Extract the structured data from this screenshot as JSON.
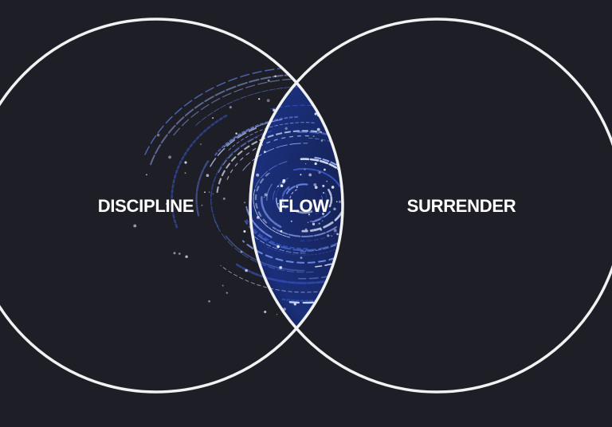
{
  "diagram": {
    "type": "venn",
    "background_color": "#1e1e26",
    "circle_stroke_color": "#f2f2f2",
    "intersection_fill": "swirling blue light streaks",
    "sets": [
      {
        "id": "left",
        "label": "DISCIPLINE"
      },
      {
        "id": "right",
        "label": "SURRENDER"
      }
    ],
    "intersection": {
      "label": "FLOW"
    }
  }
}
